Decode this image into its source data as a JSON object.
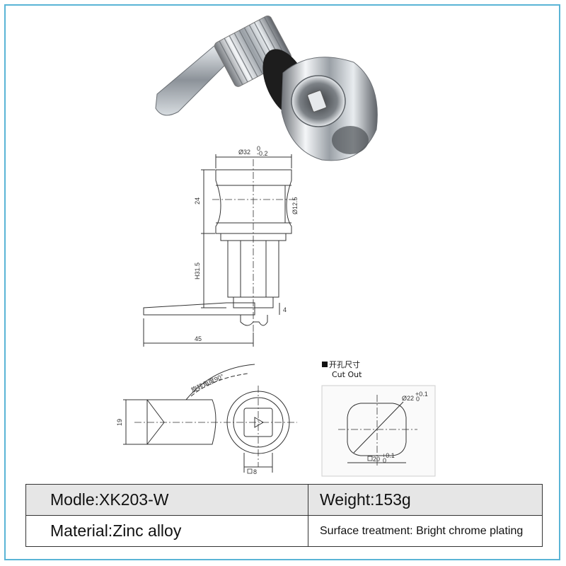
{
  "cutout": {
    "title_cn": "开孔尺寸",
    "title_en": "Cut Out",
    "dia_label": "Ø22",
    "dia_tol_up": "+0.1",
    "dia_tol_dn": "0",
    "square_label": "20",
    "square_tol_up": "+0.1",
    "square_tol_dn": "0"
  },
  "front_view": {
    "dia_top": "Ø32",
    "dia_top_tol_up": "0",
    "dia_top_tol_dn": "-0.2",
    "head_height": "24",
    "inner_dia": "Ø12.5",
    "body_height": "H31.5",
    "cam_thickness": "4",
    "cam_length": "45"
  },
  "top_view": {
    "rotation_label": "旋转角度90°",
    "width_label": "19",
    "key_label": "8"
  },
  "specs": {
    "model": "Modle:XK203-W",
    "weight": "Weight:153g",
    "material": "Material:Zinc alloy",
    "surface": "Surface treatment: Bright chrome plating"
  },
  "colors": {
    "frame": "#5ab4d6",
    "table_header_bg": "#e6e6e6"
  }
}
